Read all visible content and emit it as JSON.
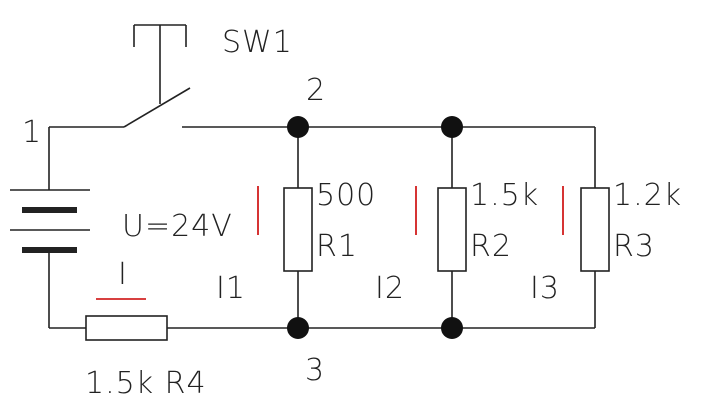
{
  "switch": {
    "label": "SW1"
  },
  "nodes": {
    "n1": "1",
    "n2": "2",
    "n3": "3"
  },
  "source": {
    "label": "U=24V"
  },
  "resistors": {
    "r1": {
      "value": "500",
      "name": "R1"
    },
    "r2": {
      "value": "1.5k",
      "name": "R2"
    },
    "r3": {
      "value": "1.2k",
      "name": "R3"
    },
    "r4": {
      "value_name": "1.5k R4"
    }
  },
  "currents": {
    "i": "I",
    "i1": "I1",
    "i2": "I2",
    "i3": "I3"
  },
  "colors": {
    "wire": "#222222",
    "current_marker": "#cc0000",
    "background": "#ffffff"
  }
}
